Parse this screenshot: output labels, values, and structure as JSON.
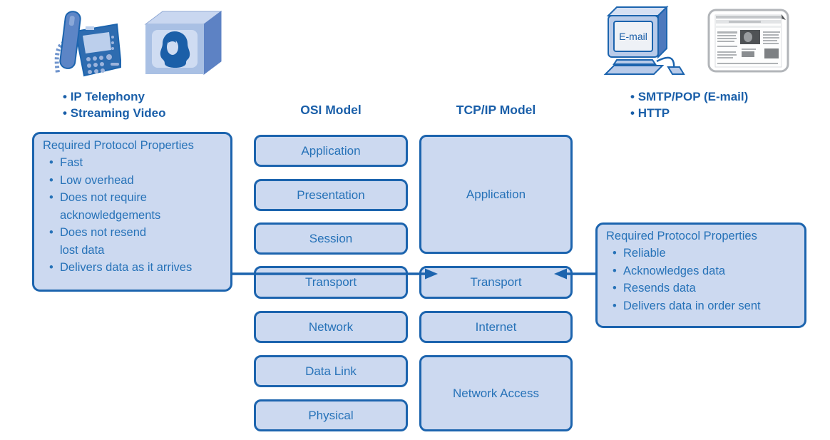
{
  "left_group": {
    "apps": [
      "IP Telephony",
      "Streaming Video"
    ],
    "properties_box": {
      "title": "Required Protocol Properties",
      "items": [
        "Fast",
        "Low overhead",
        "Does not require\nacknowledgements",
        "Does not resend\nlost data",
        "Delivers data as it arrives"
      ]
    }
  },
  "right_group": {
    "apps": [
      "SMTP/POP (E-mail)",
      "HTTP"
    ],
    "properties_box": {
      "title": "Required Protocol Properties",
      "items": [
        "Reliable",
        "Acknowledges data",
        "Resends data",
        "Delivers data in order sent"
      ]
    }
  },
  "osi_model": {
    "title": "OSI Model",
    "layers": [
      "Application",
      "Presentation",
      "Session",
      "Transport",
      "Network",
      "Data Link",
      "Physical"
    ]
  },
  "tcpip_model": {
    "title": "TCP/IP Model",
    "layers": [
      "Application",
      "Transport",
      "Internet",
      "Network Access"
    ]
  },
  "icons": {
    "email_screen_label": "E-mail"
  },
  "colors": {
    "border_blue": "#1c64ae",
    "fill_blue": "#ccd9f0",
    "text_blue": "#2672b8",
    "heading_blue": "#1a5fa9"
  }
}
